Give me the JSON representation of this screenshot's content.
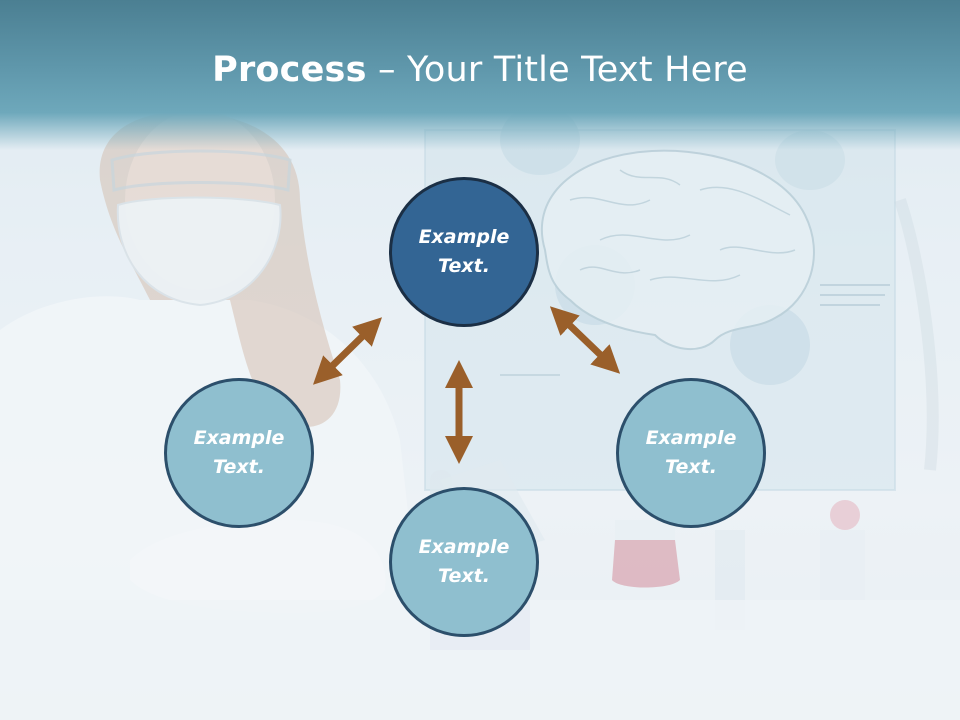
{
  "slide": {
    "title_bold": "Process",
    "title_rest": " – Your Title Text Here"
  },
  "nodes": {
    "top": "Example\nText.",
    "left": "Example\nText.",
    "right": "Example\nText.",
    "bottom": "Example\nText."
  },
  "colors": {
    "header": "#5f97ab",
    "node_light": "#8fbfcf",
    "node_dark": "#336594",
    "arrow": "#9a5f2a"
  },
  "icons": {
    "arrow": "double-headed-arrow-icon"
  }
}
